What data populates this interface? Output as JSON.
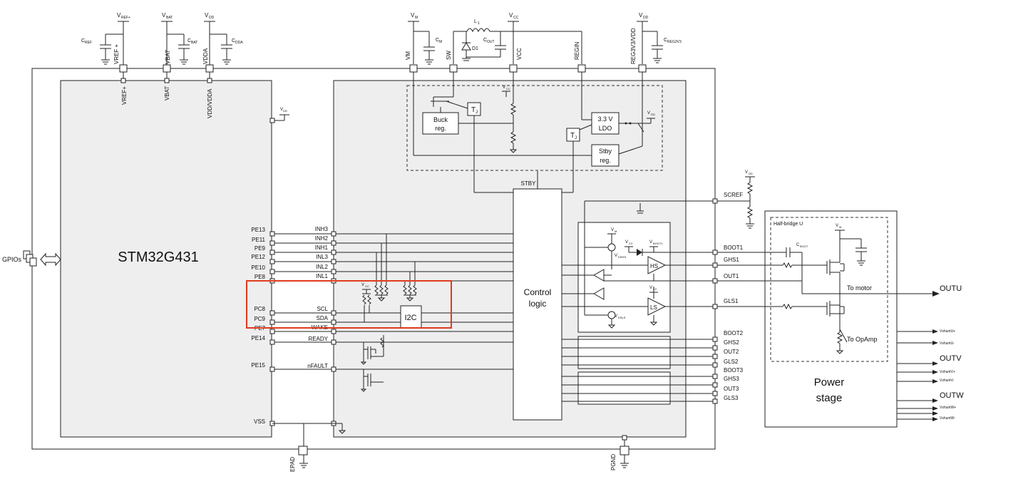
{
  "mcu": {
    "name": "STM32G431",
    "gpios_label": "GPIOs",
    "top_pins": [
      {
        "supply": "V",
        "sub": "REF+",
        "pin": "VREF +",
        "pin_inner": "VREF+",
        "cap": "C",
        "cap_sub": "REF"
      },
      {
        "supply": "V",
        "sub": "BAT",
        "pin": "VBAT",
        "pin_inner": "VBAT",
        "cap": "C",
        "cap_sub": "BAT"
      },
      {
        "supply": "V",
        "sub": "DD",
        "pin": "VDDA",
        "pin_inner": "VDD/VDDA",
        "cap": "C",
        "cap_sub": "DDA"
      }
    ],
    "inner_vdd": "V",
    "inner_vdd_sub": "DD",
    "left_pins": [
      "PE13",
      "PE11",
      "PE9",
      "PE12",
      "PE10",
      "PE8",
      "PC8",
      "PC9",
      "PE7",
      "PE14",
      "PE15",
      "VSS"
    ],
    "epad": "EPAD"
  },
  "driver": {
    "top_pins": [
      {
        "supply": "V",
        "sub": "M",
        "pin": "VM"
      },
      {
        "pin": "SW"
      },
      {
        "supply": "V",
        "sub": "CC",
        "pin": "VCC"
      },
      {
        "pin": "REGIN"
      },
      {
        "supply": "V",
        "sub": "DD",
        "pin": "REG3V3/VDD"
      }
    ],
    "cm": "C",
    "cm_sub": "M",
    "l1": "L",
    "l1_sub": "1",
    "d1": "D1",
    "cout": "C",
    "cout_sub": "OUT",
    "creg": "C",
    "creg_sub": "REG3V3",
    "buck": [
      "Buck",
      "reg."
    ],
    "ldo": [
      "3.3 V",
      "LDO"
    ],
    "stby_reg": [
      "Stby",
      "reg."
    ],
    "tj": "T",
    "tj_sub": "J",
    "vcc_inner": "V",
    "vcc_inner_sub": "CC",
    "vdd_inner": "V",
    "vdd_inner_sub": "DD",
    "stby": "STBY",
    "control": [
      "Control",
      "logic"
    ],
    "i2c": "I2C",
    "left_signals": [
      "INH3",
      "INH2",
      "INH1",
      "INL3",
      "INL2",
      "INL1",
      "SCL",
      "SDA",
      "WAKE",
      "READY",
      "nFAULT"
    ],
    "right_pins": [
      "SCREF",
      "BOOT1",
      "GHS1",
      "OUT1",
      "GLS1",
      "BOOT2",
      "GHS2",
      "OUT2",
      "GLS2",
      "BOOT3",
      "GHS3",
      "OUT3",
      "GLS3"
    ],
    "vdd_scref": "V",
    "vdd_scref_sub": "DD",
    "gate": {
      "vm": "V",
      "vm_sub": "M",
      "vcc": "V",
      "vcc_sub": "CC",
      "vboot": "V",
      "vboot_sub": "BOOT1",
      "vcc2": "V",
      "vcc2_sub": "CC",
      "vdshs": "V",
      "vdshs_sub": "DSHS",
      "vdsls": "V",
      "vdsls_sub": "DSLS",
      "hs": "HS",
      "ls": "LS"
    },
    "pgnd": "PGND",
    "vcc_i2c": "V",
    "vcc_i2c_sub": "CC"
  },
  "power": {
    "halfbridge": "Half-bridge U",
    "vm": "V",
    "vm_sub": "M",
    "cboot": "C",
    "cboot_sub": "BOOT",
    "to_motor": "To motor",
    "to_opamp": "To OpAmp",
    "title": [
      "Power",
      "stage"
    ],
    "outputs": [
      "OUTU",
      "OUTV",
      "OUTW"
    ],
    "shunts": [
      "VshuntU+",
      "VshuntU-",
      "VshuntV+",
      "VshuntV-",
      "VshuntW+",
      "VshuntW-"
    ]
  },
  "highlight_color": "#e03a1e",
  "colors": {
    "block_fill": "#eeeeee",
    "line": "#222222"
  }
}
